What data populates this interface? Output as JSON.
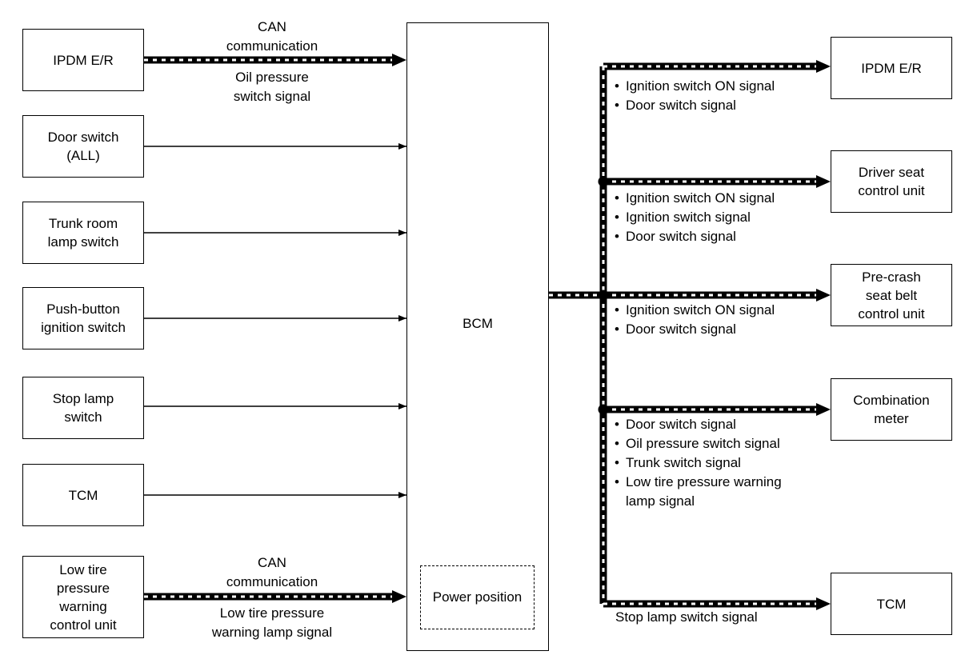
{
  "inputs": {
    "ipdm": "IPDM E/R",
    "door_switch": "Door switch\n(ALL)",
    "trunk": "Trunk room\nlamp switch",
    "push_button": "Push-button\nignition switch",
    "stop_lamp": "Stop lamp\nswitch",
    "tcm": "TCM",
    "low_tire": "Low tire\npressure\nwarning\ncontrol unit"
  },
  "bcm": {
    "label": "BCM",
    "power_position": "Power position"
  },
  "input_labels": {
    "ipdm_can": "CAN\ncommunication",
    "ipdm_signal": "Oil pressure\nswitch signal",
    "low_tire_can": "CAN\ncommunication",
    "low_tire_signal": "Low tire pressure\nwarning lamp signal"
  },
  "outputs": {
    "ipdm": "IPDM E/R",
    "driver_seat": "Driver seat\ncontrol unit",
    "pre_crash": "Pre-crash\nseat belt\ncontrol unit",
    "combination_meter": "Combination\nmeter",
    "tcm": "TCM"
  },
  "output_signals": {
    "ipdm": [
      "Ignition switch ON signal",
      "Door switch signal"
    ],
    "driver_seat": [
      "Ignition switch ON signal",
      "Ignition switch signal",
      "Door switch signal"
    ],
    "pre_crash": [
      "Ignition switch ON signal",
      "Door switch signal"
    ],
    "combination_meter": [
      "Door switch signal",
      "Oil pressure switch signal",
      "Trunk switch signal",
      "Low tire pressure warning\nlamp signal"
    ],
    "tcm_plain": "Stop lamp switch signal"
  }
}
